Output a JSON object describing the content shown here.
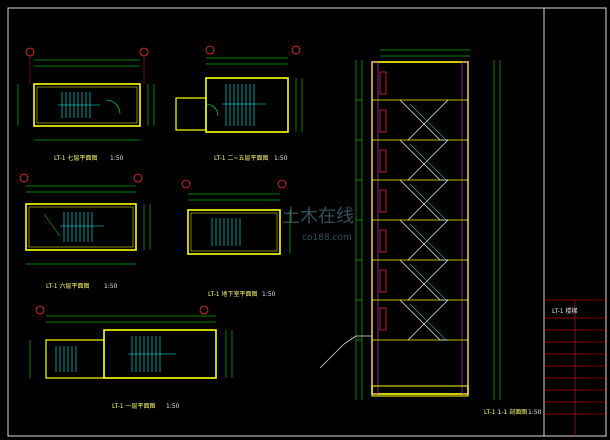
{
  "drawing": {
    "background": "#000000",
    "colors": {
      "frame": "#d7d7d7",
      "dimension": "#00ff00",
      "wall": "#ffff00",
      "stair": "#00ffff",
      "door": "#ff2a2a",
      "title_block_line": "#ff0000",
      "hatch": "#e040e0",
      "text": "#e6e6e6"
    }
  },
  "plans": [
    {
      "id": "plan-a",
      "title": "LT-1 七层平面图",
      "scale": "1:50"
    },
    {
      "id": "plan-b",
      "title": "LT-1 二~五层平面图",
      "scale": "1:50"
    },
    {
      "id": "plan-c",
      "title": "LT-1 六层平面图",
      "scale": "1:50"
    },
    {
      "id": "plan-d",
      "title": "LT-1 地下室平面图",
      "scale": "1:50"
    },
    {
      "id": "plan-e",
      "title": "LT-1 一层平面图",
      "scale": "1:50"
    }
  ],
  "section": {
    "title": "LT-1 1-1 剖面图",
    "scale": "1:50"
  },
  "watermark": {
    "text": "土木在线",
    "sub": "co188.com"
  },
  "title_block": {
    "label": "LT-1 楼梯"
  }
}
